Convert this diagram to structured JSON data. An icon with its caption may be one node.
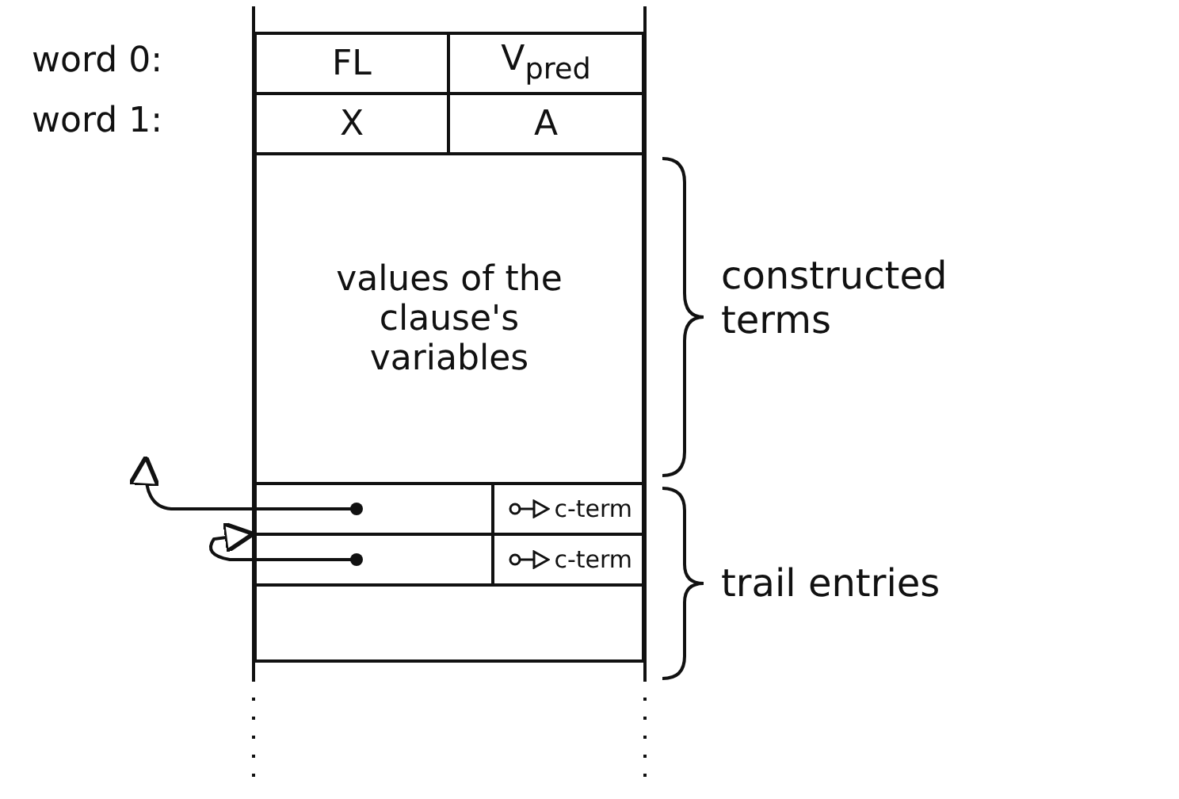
{
  "diagram": {
    "nodes": [
      {
        "text": [
          "FL"
        ]
      },
      {
        "text": [
          "V$_{pred}$"
        ]
      },
      {
        "text": [
          "X"
        ]
      },
      {
        "text": [
          "A"
        ]
      },
      {
        "text": [
          "values of the clause's variables"
        ]
      },
      {
        "text": [],
        "shape": "box"
      },
      {
        "text": [
          "c-term"
        ]
      },
      {
        "text": [],
        "shape": "box"
      },
      {
        "text": [
          "c-term"
        ]
      },
      {
        "text": [],
        "shape": "box"
      }
    ],
    "edges": [
      {
        "from": 5,
        "to": null,
        "arrow": "to"
      },
      {
        "from": 7,
        "to": 5,
        "arrow": "to"
      }
    ],
    "labels": [
      "word 0:",
      "word 1:",
      "constructed terms",
      "trail entries"
    ]
  }
}
